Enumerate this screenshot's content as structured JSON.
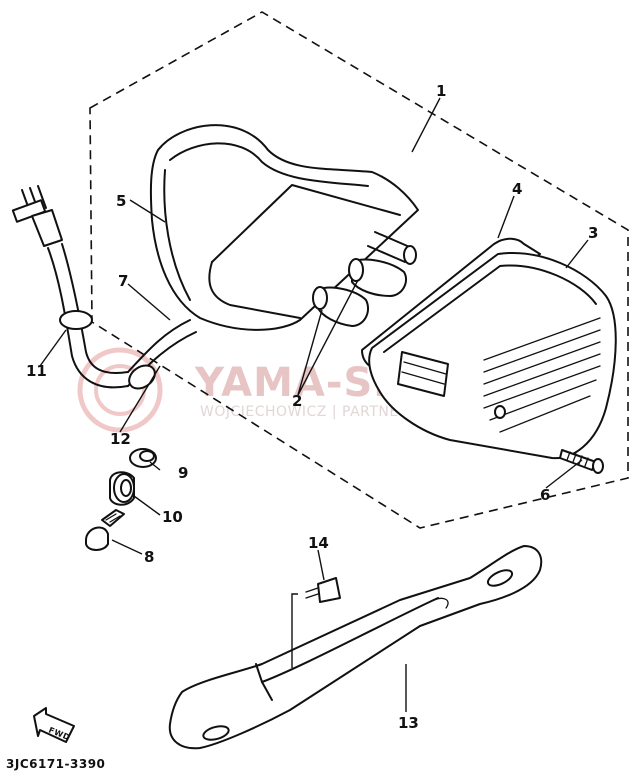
{
  "diagram": {
    "callouts": [
      "1",
      "2",
      "3",
      "4",
      "5",
      "6",
      "7",
      "8",
      "9",
      "10",
      "11",
      "12",
      "13",
      "14"
    ],
    "part_code": "3JC6171-3390",
    "fwd_label": "FWD",
    "watermark": {
      "main": "YAMA-SKLEP.PL",
      "sub": "WOJCIECHOWICZ | PARTNER YAMAHA"
    }
  }
}
